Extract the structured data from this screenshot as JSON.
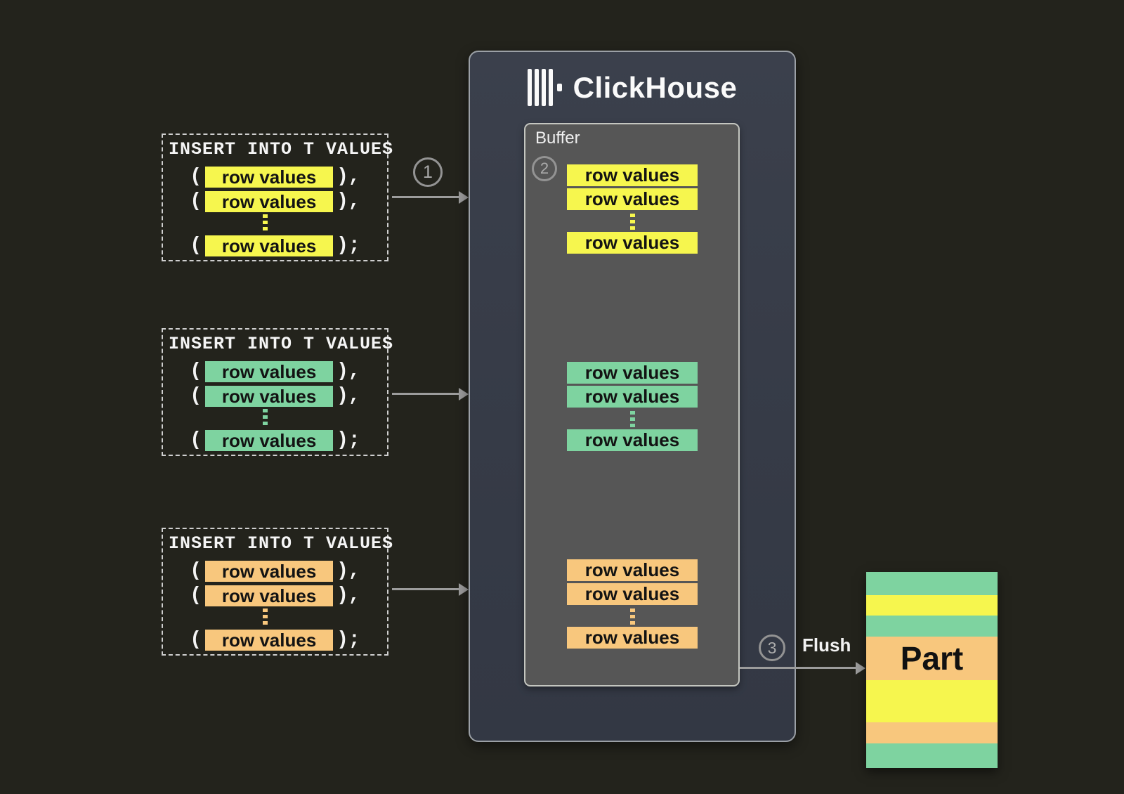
{
  "colors": {
    "background": "#23231c",
    "yellow": "#f6f64e",
    "green": "#7ed3a0",
    "orange": "#f8c77d",
    "panel_fill": "#383d48",
    "buffer_fill": "#565656",
    "arrow_gray": "#9c9c9c"
  },
  "punct": {
    "open": "(",
    "comma": "),",
    "semi": ");"
  },
  "inserts": [
    {
      "title": "INSERT INTO T VALUES",
      "highlight": "#f6f64e",
      "rows": [
        "row values",
        "row values",
        "row values"
      ]
    },
    {
      "title": "INSERT INTO T VALUES",
      "highlight": "#7ed3a0",
      "rows": [
        "row values",
        "row values",
        "row values"
      ]
    },
    {
      "title": "INSERT INTO T VALUES",
      "highlight": "#f8c77d",
      "rows": [
        "row values",
        "row values",
        "row values"
      ]
    }
  ],
  "steps": [
    "1",
    "2",
    "3"
  ],
  "clickhouse": {
    "name": "ClickHouse",
    "logo_icon": "clickhouse-bars-logo"
  },
  "buffer": {
    "label": "Buffer",
    "groups": [
      {
        "color": "#f6f64e",
        "rows": [
          "row values",
          "row values",
          "row values"
        ]
      },
      {
        "color": "#7ed3a0",
        "rows": [
          "row values",
          "row values",
          "row values"
        ]
      },
      {
        "color": "#f8c77d",
        "rows": [
          "row values",
          "row values",
          "row values"
        ]
      }
    ]
  },
  "flush": {
    "label": "Flush"
  },
  "part": {
    "label": "Part",
    "stripes": [
      "#7ed3a0",
      "#f6f64e",
      "#7ed3a0",
      "#f8c77d",
      "#f6f64e",
      "#f8c77d",
      "#7ed3a0"
    ]
  }
}
